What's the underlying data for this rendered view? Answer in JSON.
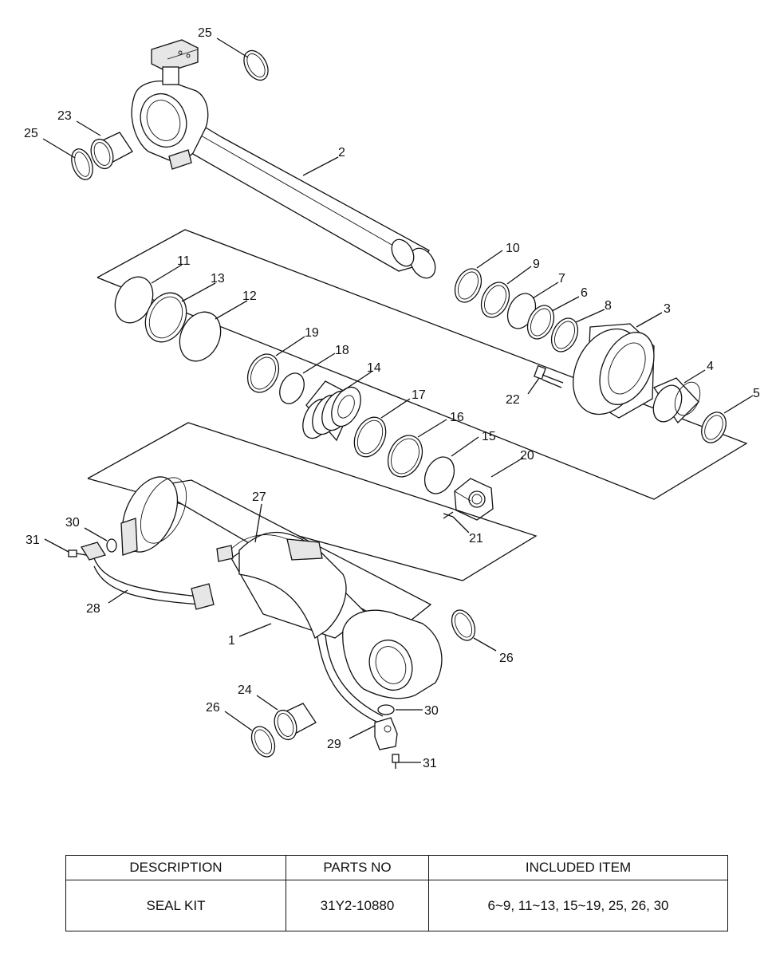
{
  "callouts": [
    {
      "id": "c25a",
      "label": "25"
    },
    {
      "id": "c23",
      "label": "23"
    },
    {
      "id": "c25b",
      "label": "25"
    },
    {
      "id": "c2",
      "label": "2"
    },
    {
      "id": "c11",
      "label": "11"
    },
    {
      "id": "c13",
      "label": "13"
    },
    {
      "id": "c12",
      "label": "12"
    },
    {
      "id": "c10",
      "label": "10"
    },
    {
      "id": "c9",
      "label": "9"
    },
    {
      "id": "c7",
      "label": "7"
    },
    {
      "id": "c6",
      "label": "6"
    },
    {
      "id": "c8",
      "label": "8"
    },
    {
      "id": "c3",
      "label": "3"
    },
    {
      "id": "c19",
      "label": "19"
    },
    {
      "id": "c18",
      "label": "18"
    },
    {
      "id": "c14",
      "label": "14"
    },
    {
      "id": "c4",
      "label": "4"
    },
    {
      "id": "c22",
      "label": "22"
    },
    {
      "id": "c5",
      "label": "5"
    },
    {
      "id": "c17",
      "label": "17"
    },
    {
      "id": "c16",
      "label": "16"
    },
    {
      "id": "c15",
      "label": "15"
    },
    {
      "id": "c20",
      "label": "20"
    },
    {
      "id": "c21",
      "label": "21"
    },
    {
      "id": "c27",
      "label": "27"
    },
    {
      "id": "c30a",
      "label": "30"
    },
    {
      "id": "c31a",
      "label": "31"
    },
    {
      "id": "c28",
      "label": "28"
    },
    {
      "id": "c1",
      "label": "1"
    },
    {
      "id": "c26a",
      "label": "26"
    },
    {
      "id": "c24",
      "label": "24"
    },
    {
      "id": "c30b",
      "label": "30"
    },
    {
      "id": "c26b",
      "label": "26"
    },
    {
      "id": "c29",
      "label": "29"
    },
    {
      "id": "c31b",
      "label": "31"
    }
  ],
  "table": {
    "headers": [
      "DESCRIPTION",
      "PARTS NO",
      "INCLUDED ITEM"
    ],
    "rows": [
      [
        "SEAL KIT",
        "31Y2-10880",
        "6~9, 11~13, 15~19, 25, 26, 30"
      ]
    ]
  }
}
